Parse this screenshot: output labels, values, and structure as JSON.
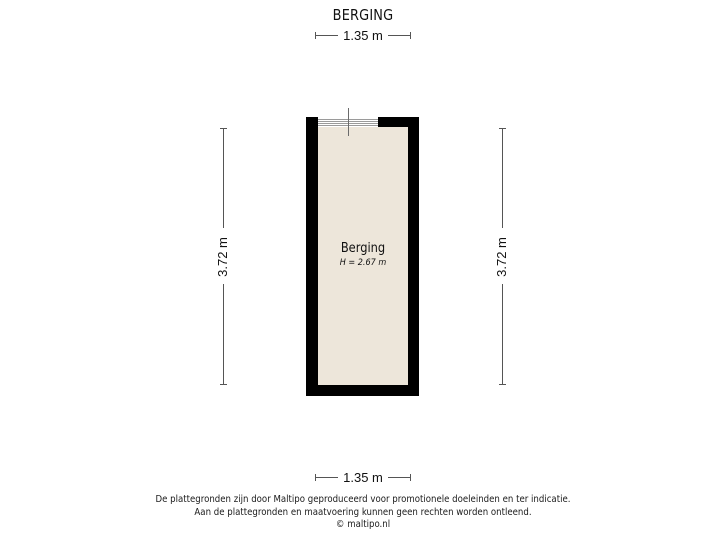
{
  "floorplan": {
    "title": "BERGING",
    "dimensions": {
      "top_width": "1.35 m",
      "bottom_width": "1.35 m",
      "left_height": "3.72 m",
      "right_height": "3.72 m"
    },
    "rooms": [
      {
        "name": "Berging",
        "height_label": "H = 2.67 m",
        "fill_color": "#ede6da"
      }
    ],
    "wall_color": "#000000",
    "features": {
      "window": "top wall, left section"
    }
  },
  "footer": {
    "line1": "De plattegronden zijn door Maltipo geproduceerd voor promotionele doeleinden en ter indicatie.",
    "line2": "Aan de plattegronden en maatvoering kunnen geen rechten worden ontleend.",
    "line3": "© maltipo.nl"
  }
}
